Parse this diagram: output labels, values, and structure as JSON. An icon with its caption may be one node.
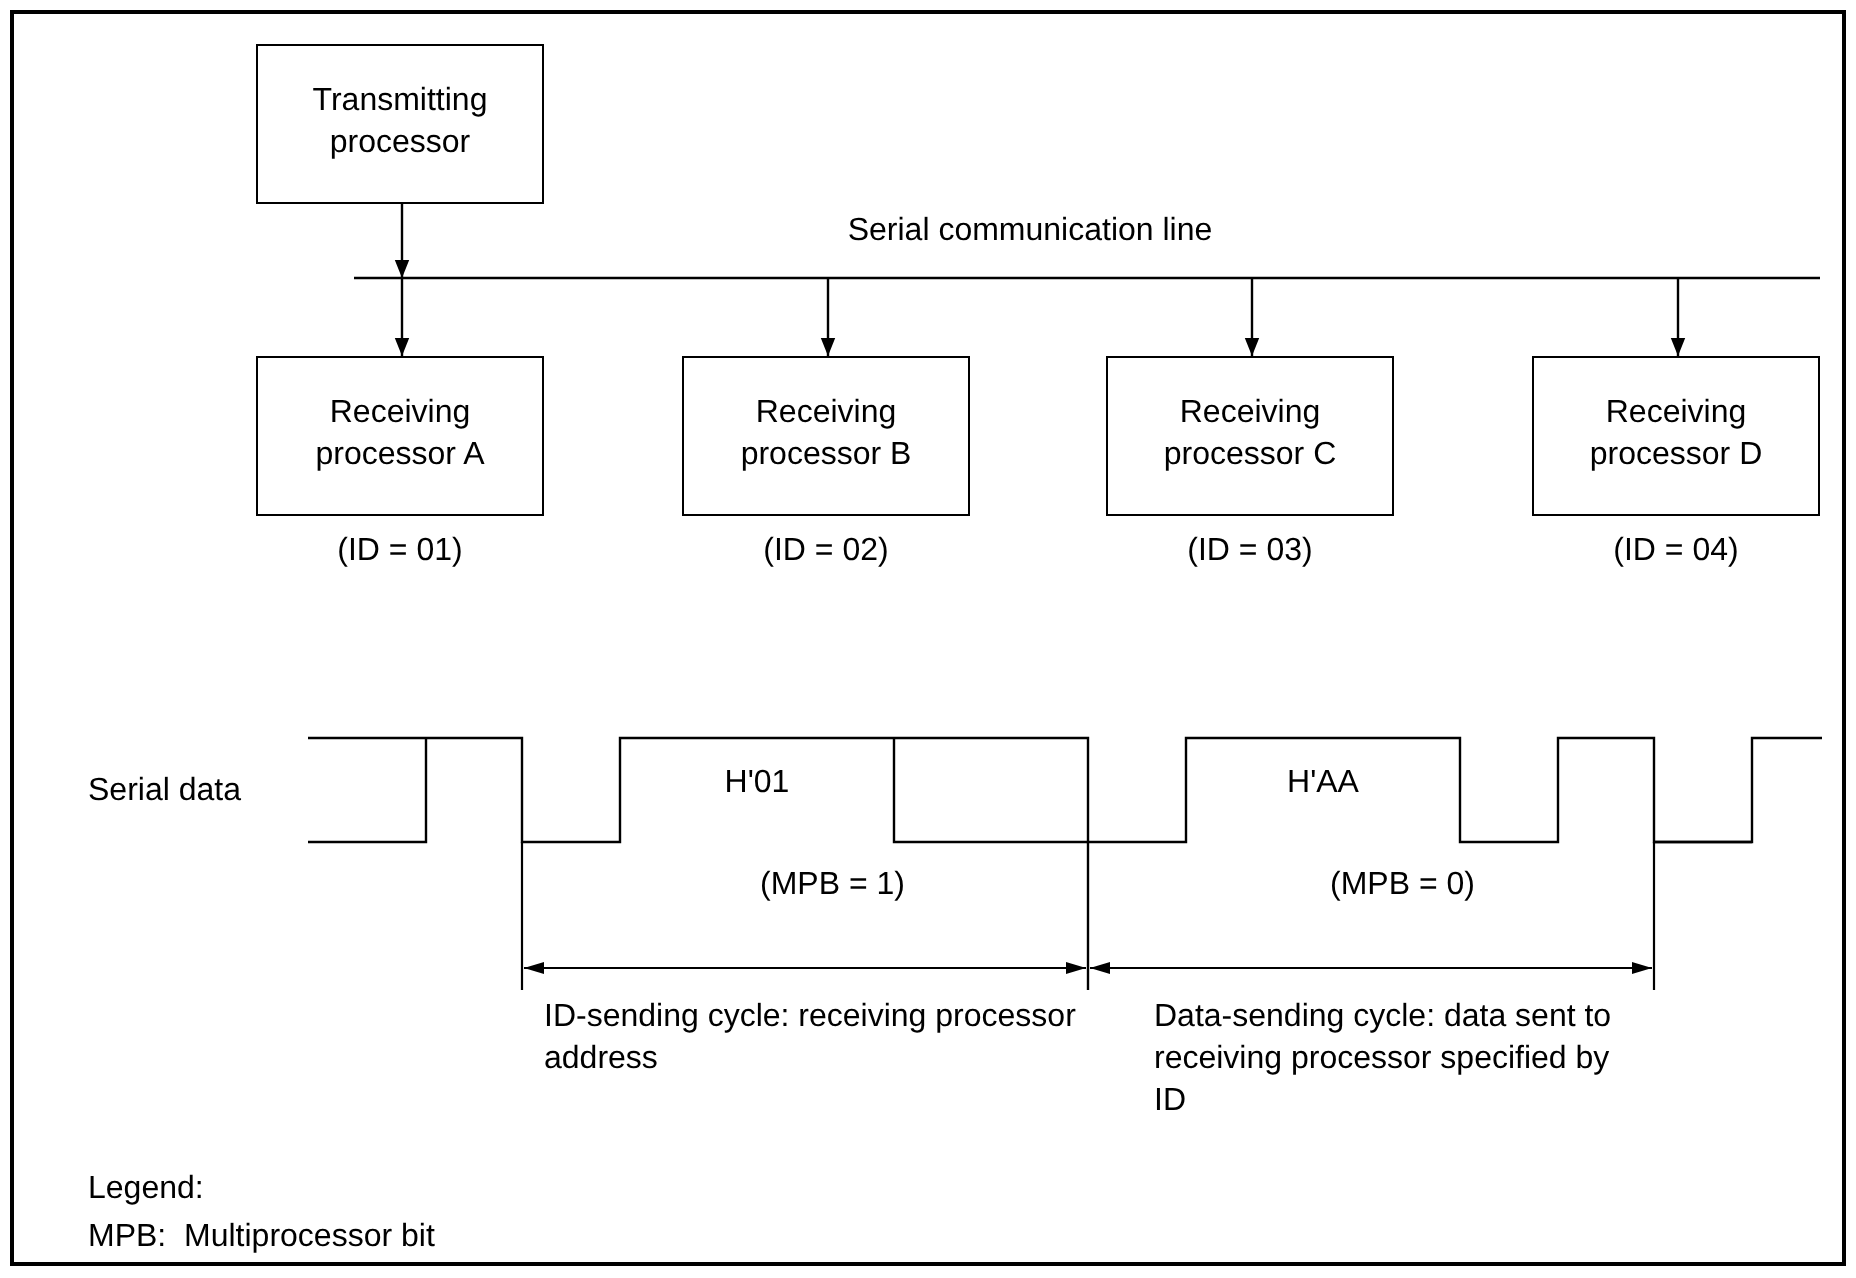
{
  "diagram": {
    "nodes": [
      {
        "text": [
          "Transmitting processor"
        ]
      },
      {
        "text": [
          "Receiving processor A"
        ],
        "beside": [
          "(ID = 01)"
        ]
      },
      {
        "text": [
          "Receiving processor B"
        ],
        "beside": [
          "(ID = 02)"
        ]
      },
      {
        "text": [
          "Receiving processor C"
        ],
        "beside": [
          "(ID = 03)"
        ]
      },
      {
        "text": [
          "Receiving processor D"
        ],
        "beside": [
          "(ID = 04)"
        ]
      },
      {
        "text": [
          "Serial communication line"
        ]
      }
    ],
    "edges": [
      {
        "from": 0,
        "to": 5,
        "arrow": "to"
      },
      {
        "from": 5,
        "to": 1,
        "arrow": "to"
      },
      {
        "from": 5,
        "to": 2,
        "arrow": "to"
      },
      {
        "from": 5,
        "to": 3,
        "arrow": "to"
      },
      {
        "from": 5,
        "to": 4,
        "arrow": "to"
      }
    ],
    "labels": [
      "Serial data",
      "H'01",
      "H'AA",
      "(MPB = 1)",
      "(MPB = 0)",
      "ID-sending cycle: receiving processor address",
      "Data-sending cycle: data sent to receiving processor specified by ID",
      "Legend:",
      "MPB:  Multiprocessor bit"
    ]
  }
}
